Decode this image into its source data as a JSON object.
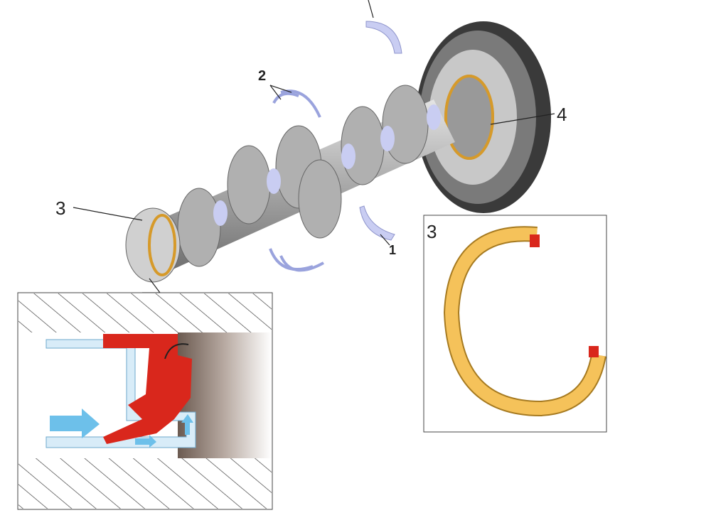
{
  "callouts": {
    "main_bearing_shell": "1",
    "thrust_washers": "2",
    "front_seal": "3",
    "rear_seal": "4",
    "seal_detail": "3"
  },
  "colors": {
    "seal_ring": "#f5c25a",
    "seal_lip": "#d9271c",
    "bearing": "#c9cdf2",
    "crank": "#9a9a9a",
    "flow_arrow": "#6dc0ea"
  }
}
